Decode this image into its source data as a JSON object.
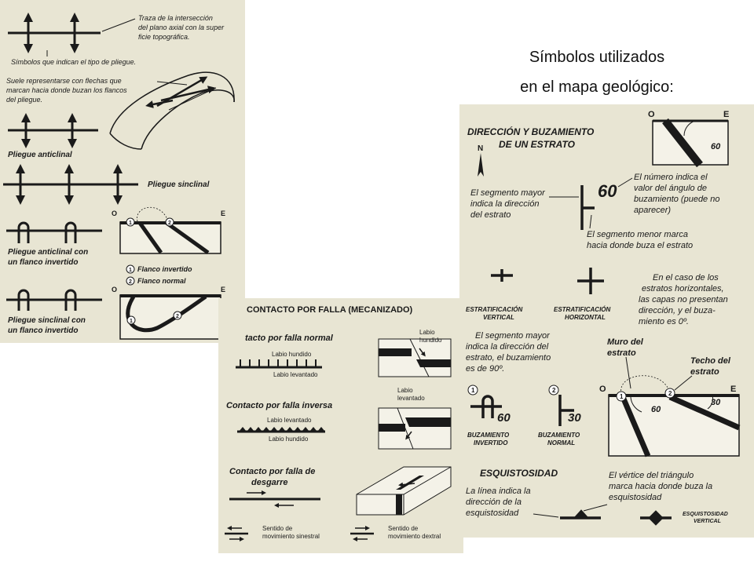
{
  "header": {
    "title_line1": "Símbolos utilizados",
    "title_line2": "en el mapa geológico:"
  },
  "folds_panel": {
    "axial_trace": [
      "Traza de la intersección",
      "del plano axial con la super",
      "ficie topográfica."
    ],
    "fold_type_note": "Símbolos que indican el tipo de pliegue.",
    "flank_arrows_note": [
      "Suele representarse con flechas que",
      "marcan hacia donde buzan los flancos",
      "del pliegue."
    ],
    "anticline": "Pliegue anticlinal",
    "syncline": "Pliegue sinclinal",
    "overturned_anticline": [
      "Pliegue anticlinal con",
      "un flanco invertido"
    ],
    "overturned_syncline": [
      "Pliegue sinclinal con",
      "un flanco invertido"
    ],
    "west": "O",
    "east": "E",
    "num1": "1",
    "num2": "2",
    "flank_inverted": "Flanco invertido",
    "flank_normal": "Flanco normal"
  },
  "faults_panel": {
    "title": "CONTACTO POR FALLA (MECANIZADO)",
    "normal_fault": "tacto por falla normal",
    "inverse_fault": "Contacto por falla inversa",
    "strike_slip": [
      "Contacto por falla de",
      "desgarre"
    ],
    "sunken_lip": "Labio hundido",
    "raised_lip": "Labio levantado",
    "sunken_lip_block": [
      "Labio",
      "hundido"
    ],
    "raised_lip_block": [
      "Labio",
      "levantado"
    ],
    "sinistral": [
      "Sentido de",
      "movimiento sinestral"
    ],
    "dextral": [
      "Sentido de",
      "movimiento dextral"
    ]
  },
  "strata_panel": {
    "heading": [
      "DIRECCIÓN Y BUZAMIENTO",
      "DE UN ESTRATO"
    ],
    "north": "N",
    "west": "O",
    "east": "E",
    "dip_value": "60",
    "dip_value_2": "30",
    "number_note": [
      "El número indica el",
      "valor del ángulo de",
      "buzamiento (puede no",
      "aparecer)"
    ],
    "major_segment": [
      "El segmento mayor",
      "indica la dirección",
      "del estrato"
    ],
    "minor_segment": [
      "El segmento menor marca",
      "hacia donde buza el estrato"
    ],
    "vertical_bedding": [
      "ESTRATIFICACIÓN",
      "VERTICAL"
    ],
    "horizontal_bedding": [
      "ESTRATIFICACIÓN",
      "HORIZONTAL"
    ],
    "horizontal_note": [
      "En el caso de los",
      "estratos horizontales,",
      "las capas no presentan",
      "dirección,  y el buza-",
      "miento es 0º."
    ],
    "vertical_note": [
      "El segmento mayor",
      "indica la dirección del",
      "estrato, el buzamiento",
      "es de 90º."
    ],
    "floor": [
      "Muro del",
      "estrato"
    ],
    "roof": [
      "Techo del",
      "estrato"
    ],
    "num1": "1",
    "num2": "2",
    "inverted_dip": [
      "BUZAMIENTO",
      "INVERTIDO"
    ],
    "normal_dip": [
      "BUZAMIENTO",
      "NORMAL"
    ],
    "schistosity": "ESQUISTOSIDAD",
    "schist_line": [
      "La línea indica la",
      "dirección de la",
      "esquistosidad"
    ],
    "triangle_note": [
      "El vértice del triángulo",
      "marca hacia donde buza la",
      "esquistosidad"
    ],
    "vertical_schistosity": [
      "ESQUISTOSIDAD",
      "VERTICAL"
    ]
  }
}
